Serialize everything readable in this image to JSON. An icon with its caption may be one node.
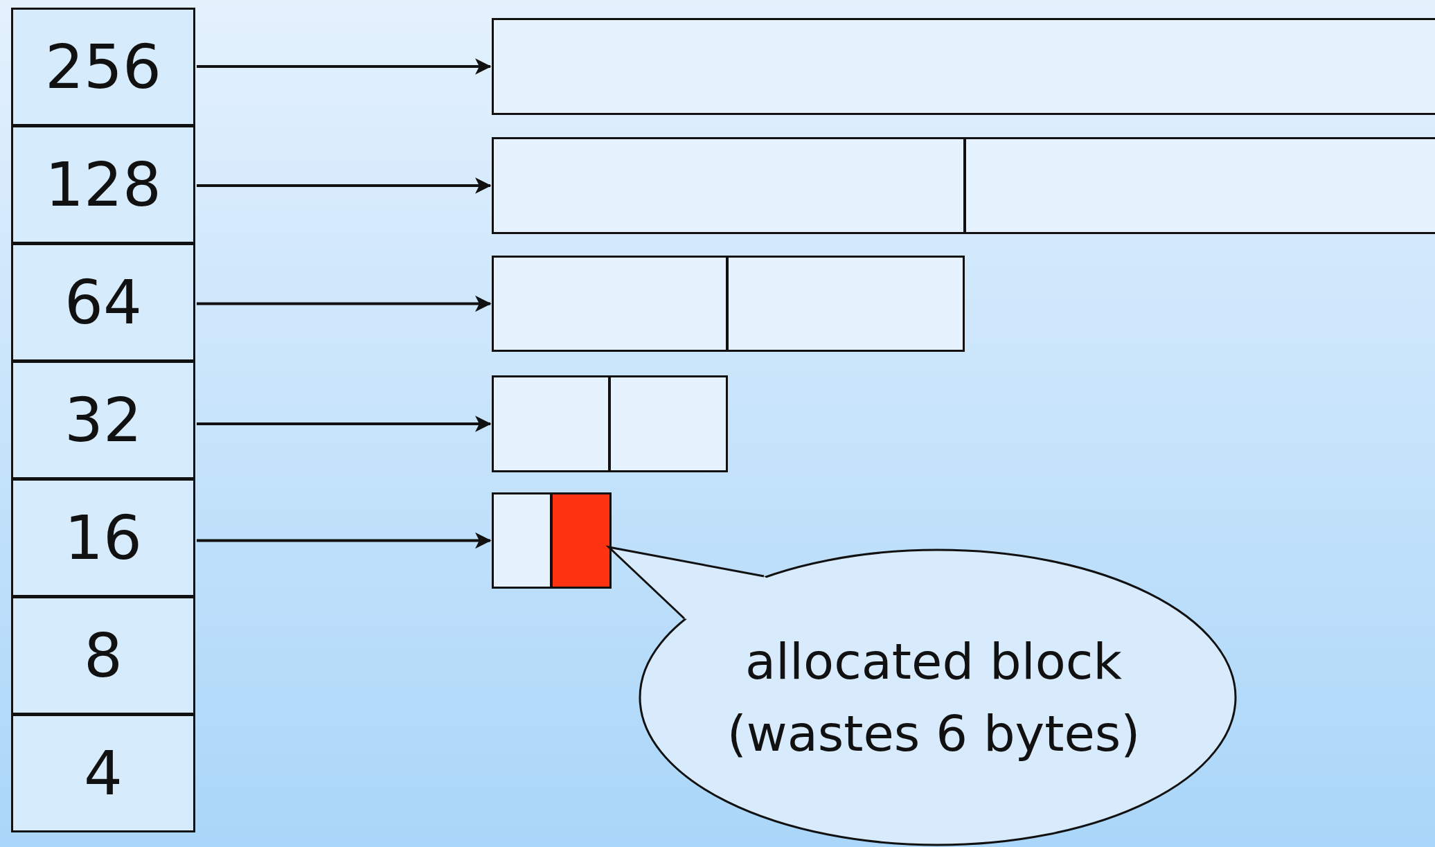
{
  "diagram": {
    "nodes": [
      {
        "text": [
          "256"
        ]
      },
      {
        "text": [
          "128"
        ]
      },
      {
        "text": [
          "64"
        ]
      },
      {
        "text": [
          "32"
        ]
      },
      {
        "text": [
          "16"
        ]
      },
      {
        "text": [
          "8"
        ]
      },
      {
        "text": [
          "4"
        ]
      },
      {
        "text": [],
        "shape": "box"
      },
      {
        "text": [],
        "shape": "box"
      },
      {
        "text": [],
        "shape": "box"
      },
      {
        "text": [],
        "shape": "box"
      },
      {
        "text": [],
        "shape": "box"
      },
      {
        "text": [],
        "shape": "box"
      },
      {
        "text": [],
        "shape": "box"
      },
      {
        "text": [],
        "shape": "box"
      },
      {
        "text": [],
        "shape": "box"
      },
      {
        "text": [
          "allocated block (wastes 6 bytes)"
        ]
      }
    ],
    "edges": [
      {
        "from": 0,
        "to": 7,
        "arrow": "to"
      },
      {
        "from": 1,
        "to": 8,
        "arrow": "to"
      },
      {
        "from": 2,
        "to": 10,
        "arrow": "to"
      },
      {
        "from": 3,
        "to": 12,
        "arrow": "to"
      },
      {
        "from": 4,
        "to": 14,
        "arrow": "to"
      },
      {
        "from": 16,
        "to": 15,
        "arrow": "none"
      }
    ]
  }
}
